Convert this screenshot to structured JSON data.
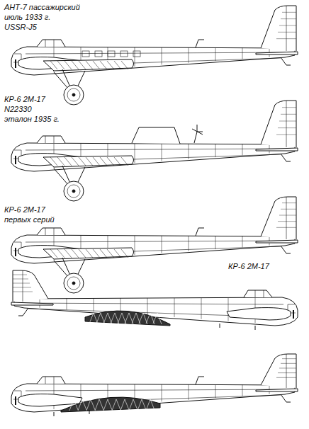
{
  "diagram": {
    "labels": [
      "АНТ-7 пассажирский",
      "июль 1933 г.",
      "USSR-J5",
      "КР-6 2М-17",
      "N22330",
      "эталон 1935 г.",
      "КР-6 2М-17",
      "первых серий",
      "КР-6 2М-17"
    ]
  }
}
